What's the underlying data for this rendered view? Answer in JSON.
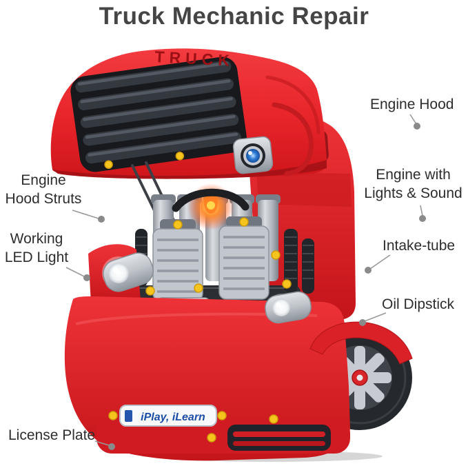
{
  "title": "Truck Mechanic Repair",
  "truck": {
    "hood_badge": "TRUCK",
    "license_plate_text": "iPlay, iLearn"
  },
  "callouts": [
    {
      "id": "engine-hood",
      "label": "Engine Hood"
    },
    {
      "id": "engine-lights-sound",
      "label": "Engine with\nLights & Sound"
    },
    {
      "id": "intake-tube",
      "label": "Intake-tube"
    },
    {
      "id": "oil-dipstick",
      "label": "Oil Dipstick"
    },
    {
      "id": "engine-hood-struts",
      "label": "Engine\nHood Struts"
    },
    {
      "id": "working-led-light",
      "label": "Working\nLED Light"
    },
    {
      "id": "license-plate",
      "label": "License Plate"
    }
  ],
  "colors": {
    "truck_red": "#e8262b",
    "dark_red": "#c01d22",
    "grille_black": "#17191d",
    "engine_silver": "#c3c7cd",
    "bolt_yellow": "#f6c51d",
    "headlight_blue": "#2f7cd6",
    "plate_blue": "#1c4da6",
    "title_text": "#454545",
    "label_text": "#2d2d2d",
    "leader_gray": "#999999",
    "dot_gray": "#8a8a8a"
  }
}
